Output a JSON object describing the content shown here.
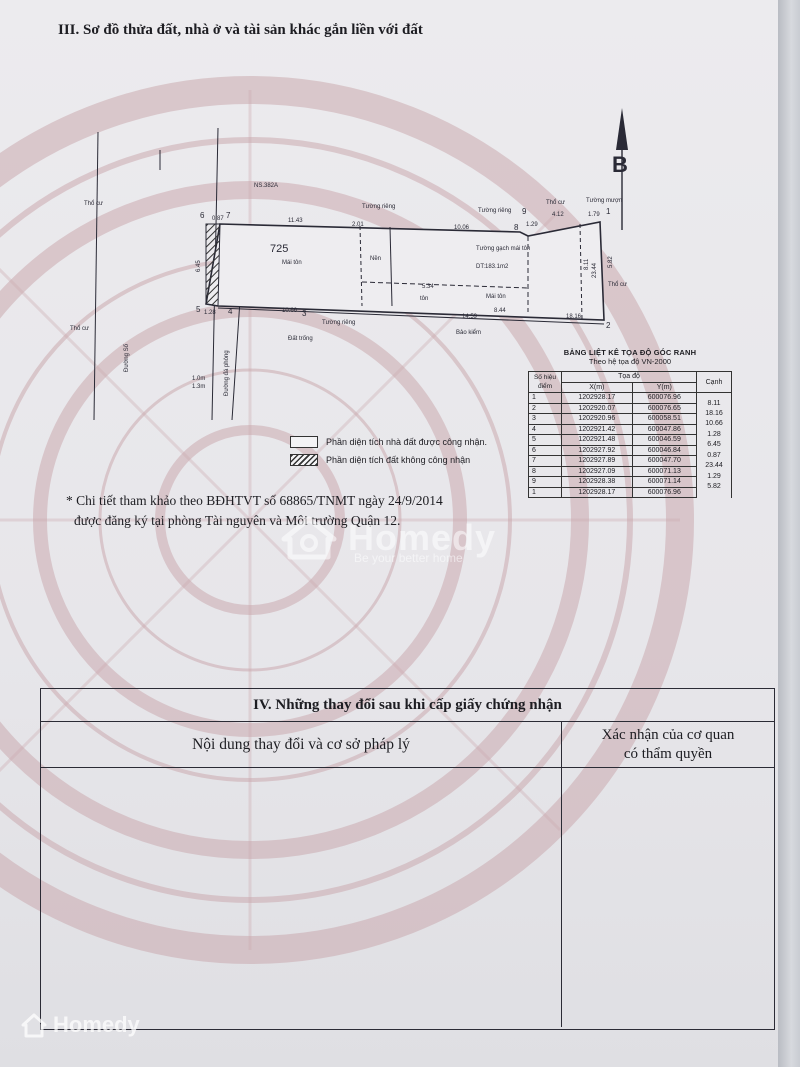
{
  "section3": {
    "title": "III. Sơ đồ thửa đất, nhà ở và tài sản khác gắn liền với đất"
  },
  "plot": {
    "parcel_number": "725",
    "north_label": "B",
    "neighbor_label": "NS.382A",
    "land_use_labels": [
      "Thổ cư",
      "Thổ cư",
      "Thổ cư",
      "Thổ cư"
    ],
    "road_label_left": "Đường Số",
    "road_label_mid": "Đường đá phòng",
    "empty_land_label": "Đất trống",
    "wall_labels": [
      "Tường riêng",
      "Tường riêng",
      "Tường riêng",
      "Tường mượn"
    ],
    "building_labels": [
      "Tường gạch mái tôn",
      "Mái tôn",
      "Mái tôn",
      "Nền",
      "tôn"
    ],
    "area_note": "DT:183.1m2",
    "corner_labels": [
      "1",
      "2",
      "3",
      "4",
      "5",
      "6",
      "7",
      "8",
      "9"
    ],
    "dimension_labels": [
      "11.43",
      "2.01",
      "10.06",
      "4.12",
      "1.79",
      "10.66",
      "1.28",
      "6.45",
      "0.87",
      "23.44",
      "1.29",
      "5.82",
      "8.11",
      "18.16",
      "5.34",
      "14.59",
      "8.44"
    ],
    "small_labels": [
      "Bảo kiểm",
      "1.3m",
      "1.0m"
    ]
  },
  "legend": {
    "items": [
      {
        "label": "Phần diện tích nhà đất được công nhận.",
        "hatched": false
      },
      {
        "label": "Phần diện tích đất không công nhận",
        "hatched": true
      }
    ]
  },
  "reference_note": {
    "line1": "* Chi tiết tham khảo theo BĐHTVT số  68865/TNMT  ngày 24/9/2014",
    "line2": "được đăng ký tại phòng Tài nguyên và Môi trường Quận 12."
  },
  "coordinates": {
    "title": "BẢNG LIỆT KÊ TỌA ĐỘ GÓC RANH",
    "subtitle": "Theo hệ tọa độ VN-2000",
    "header_point": "Số hiệu điểm",
    "header_coord": "Tọa độ",
    "header_x": "X(m)",
    "header_y": "Y(m)",
    "header_edge": "Cạnh",
    "rows": [
      {
        "point": "1",
        "x": "1202928.17",
        "y": "600076.96",
        "edge": "8.11"
      },
      {
        "point": "2",
        "x": "1202920.07",
        "y": "600076.65",
        "edge": "18.16"
      },
      {
        "point": "3",
        "x": "1202920.96",
        "y": "600058.51",
        "edge": "10.66"
      },
      {
        "point": "4",
        "x": "1202921.42",
        "y": "600047.86",
        "edge": "1.28"
      },
      {
        "point": "5",
        "x": "1202921.48",
        "y": "600046.59",
        "edge": "6.45"
      },
      {
        "point": "6",
        "x": "1202927.92",
        "y": "600046.84",
        "edge": "0.87"
      },
      {
        "point": "7",
        "x": "1202927.89",
        "y": "600047.70",
        "edge": "23.44"
      },
      {
        "point": "8",
        "x": "1202927.09",
        "y": "600071.13",
        "edge": "1.29"
      },
      {
        "point": "9",
        "x": "1202928.38",
        "y": "600071.14",
        "edge": "5.82"
      },
      {
        "point": "1",
        "x": "1202928.17",
        "y": "600076.96",
        "edge": ""
      }
    ]
  },
  "section4": {
    "title": "IV. Những thay đổi sau khi cấp giấy chứng nhận",
    "col_left": "Nội dung thay đổi và cơ sở pháp lý",
    "col_right_line1": "Xác nhận của cơ quan",
    "col_right_line2": "có thẩm quyền"
  },
  "watermark": {
    "name": "Homedy",
    "tagline": "Be your better home",
    "corner_name": "Homedy"
  },
  "colors": {
    "seal": "#c9a7ab",
    "ink": "#1d1d22"
  }
}
